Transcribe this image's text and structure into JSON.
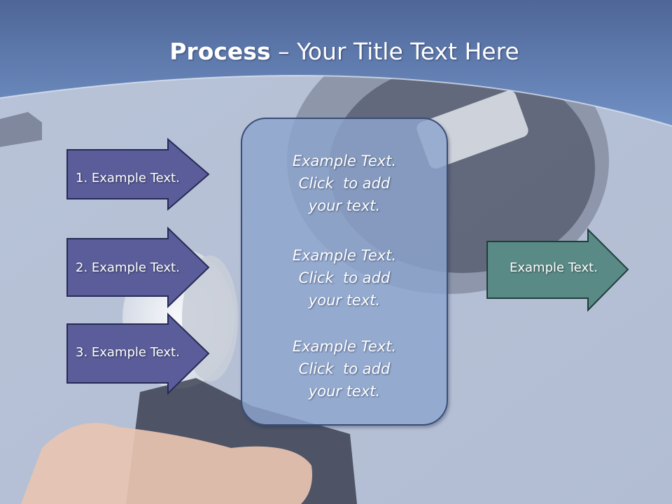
{
  "title": {
    "bold": "Process",
    "dash": "–",
    "rest": "Your Title Text Here"
  },
  "colors": {
    "header_blue": "#5e78ac",
    "left_arrow_fill": "#5a5d99",
    "left_arrow_border": "#262a55",
    "center_box_fill": "#8ca5cd",
    "right_arrow_fill": "#5a8a86",
    "right_arrow_border": "#1f3d3b"
  },
  "left_steps": [
    {
      "label": "1. Example Text."
    },
    {
      "label": "2. Example Text."
    },
    {
      "label": "3. Example Text."
    }
  ],
  "center_box": {
    "paragraphs": [
      {
        "line1": "Example Text.",
        "line2": "Click  to add",
        "line3": "your text."
      },
      {
        "line1": "Example Text.",
        "line2": "Click  to add",
        "line3": "your text."
      },
      {
        "line1": "Example Text.",
        "line2": "Click  to add",
        "line3": "your text."
      }
    ]
  },
  "result_arrow": {
    "label": "Example Text."
  }
}
